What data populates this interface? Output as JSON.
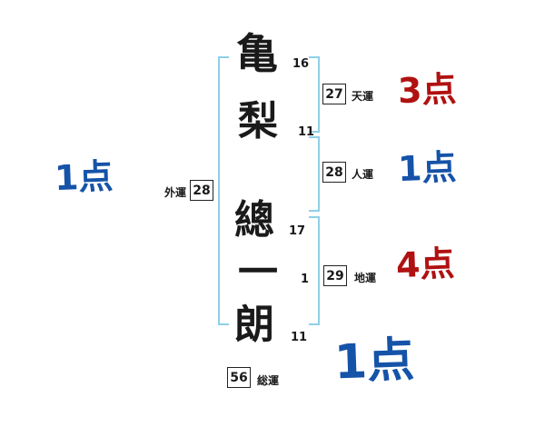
{
  "name_chars": [
    {
      "char": "亀",
      "strokes": "16"
    },
    {
      "char": "梨",
      "strokes": "11"
    },
    {
      "char": "總",
      "strokes": "17"
    },
    {
      "char": "一",
      "strokes": "1"
    },
    {
      "char": "朗",
      "strokes": "11"
    }
  ],
  "fortunes": {
    "tenun": {
      "value": "27",
      "label": "天運",
      "score": "3点"
    },
    "jinun": {
      "value": "28",
      "label": "人運",
      "score": "1点"
    },
    "chiun": {
      "value": "29",
      "label": "地運",
      "score": "4点"
    },
    "soun": {
      "value": "56",
      "label": "総運",
      "score": "1点"
    },
    "gaiun": {
      "value": "28",
      "label": "外運",
      "score": "1点"
    }
  },
  "colors": {
    "score_red": "#b01111",
    "score_blue": "#1553a8",
    "bracket_blue": "#8fcfe8",
    "ink": "#1a1a1a"
  }
}
